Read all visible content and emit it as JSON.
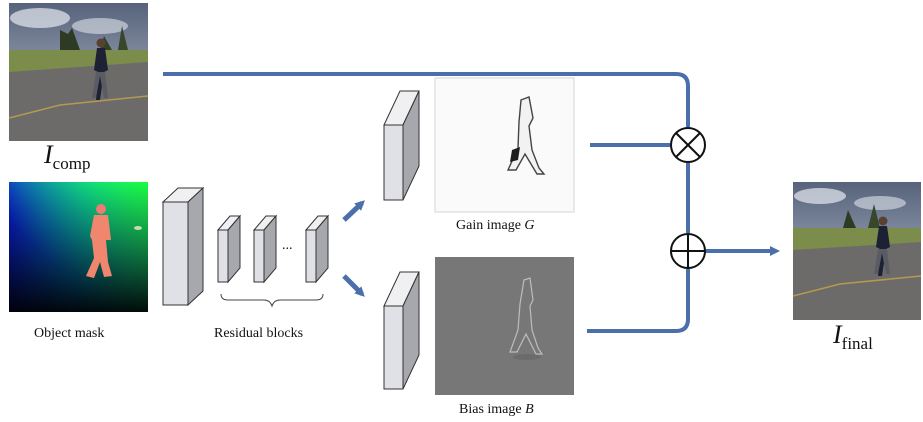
{
  "labels": {
    "comp_main": "I",
    "comp_sub": "comp",
    "final_main": "I",
    "final_sub": "final",
    "object_mask": "Object mask",
    "residual_blocks": "Residual blocks",
    "ellipsis": "...",
    "gain_text": "Gain image ",
    "gain_var": "G",
    "bias_text": "Bias image ",
    "bias_var": "B",
    "multiply_op": "⊗",
    "add_op": "⊕"
  },
  "colors": {
    "line": "#4a6fab",
    "block_face": "#e0e1e6",
    "block_edge": "#333333",
    "bias_bg": "#777777",
    "sky": "#8e9bb3",
    "grass": "#6a7f45",
    "road": "#6c6a68"
  },
  "icons": [
    "photo-composite",
    "depth-mask",
    "gain-map",
    "bias-map",
    "photo-final",
    "multiply-operator",
    "add-operator"
  ]
}
